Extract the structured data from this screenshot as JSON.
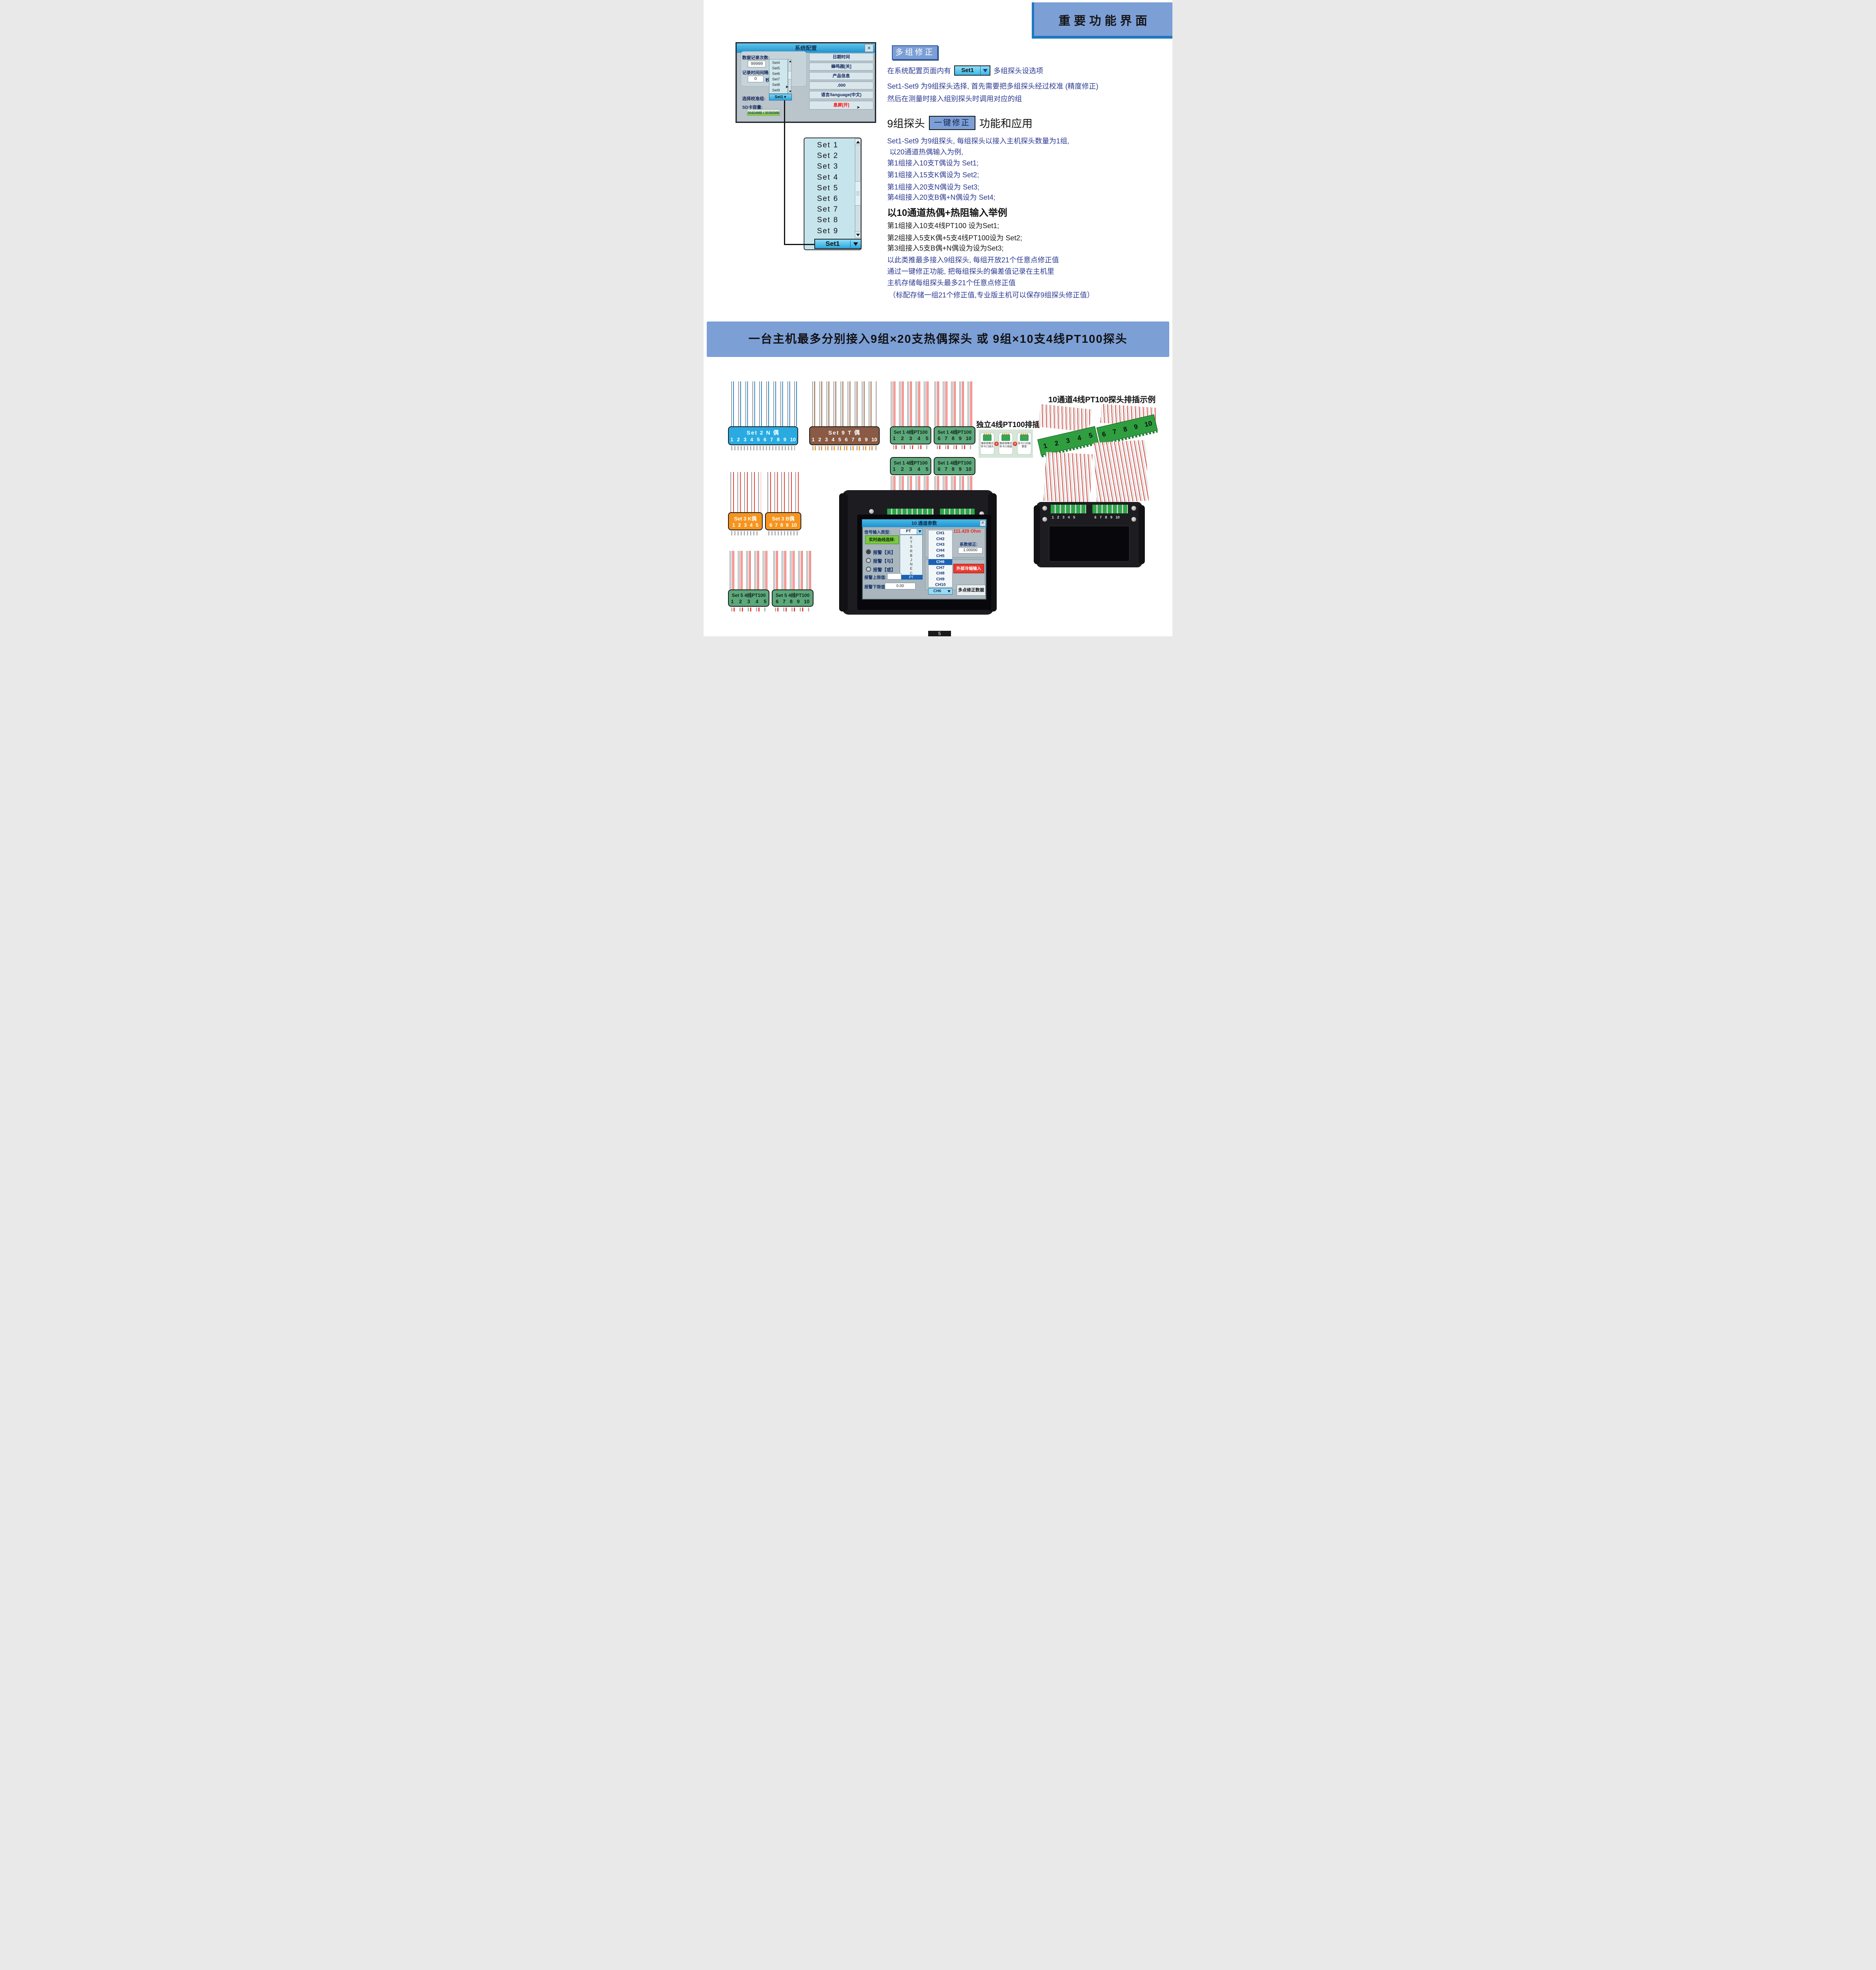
{
  "header": {
    "title": "重要功能界面"
  },
  "system_dialog": {
    "title": "系统配置",
    "close_label": "✕",
    "record_count_label": "数据记录次数:",
    "record_count_value": "99999",
    "interval_label": "记录时间间隔:",
    "interval_value": "0",
    "interval_unit": "秒",
    "mini_list_items": [
      "Set4",
      "Set5",
      "Set6",
      "Set7",
      "Set8",
      "Set9"
    ],
    "calib_group_label": "选择校准组:",
    "calib_group_value": "Set1",
    "sd_label": "SD卡容量:",
    "sd_value": "30424MB / 30382MB",
    "right_buttons": [
      "日期时间",
      "蜂鸣器[关]",
      "产品信息",
      ".000",
      "语言/language(中文)",
      "息屏[开]"
    ]
  },
  "multi_correction": {
    "badge": "多组修正",
    "line1_pre": "在系统配置页面内有",
    "inline_dropdown": "Set1",
    "line1_post": "多组探头设选项",
    "line2": "Set1-Set9 为9组探头选择, 首先需要把多组探头经过校准 (精度修正)",
    "line3": "然后在测量时接入组别探头时调用对应的组"
  },
  "one_key": {
    "heading_pre": "9组探头",
    "badge": "一键修正",
    "heading_post": "功能和应用",
    "lines": [
      "Set1-Set9 为9组探头, 每组探头以接入主机探头数量为1组,",
      "以20通道热偶输入为例,",
      "第1组接入10支T偶设为 Set1;",
      "第1组接入15支K偶设为 Set2;",
      "第1组接入20支N偶设为 Set3;",
      "第4组接入20支B偶+N偶设为 Set4;"
    ]
  },
  "example": {
    "heading": "以10通道热偶+热阻输入举例",
    "black_lines": [
      "第1组接入10支4线PT100 设为Set1;",
      "第2组接入5支K偶+5支4线PT100设为 Set2;",
      "第3组接入5支B偶+N偶设为设为Set3;"
    ],
    "blue_lines": [
      "以此类推最多接入9组探头, 每组开放21个任意点修正值",
      "通过一键修正功能, 把每组探头的偏差值记录在主机里",
      "主机存储每组探头最多21个任意点修正值",
      "（标配存储一组21个修正值,专业版主机可以保存9组探头修正值）"
    ]
  },
  "set_list": {
    "items": [
      "Set 1",
      "Set 2",
      "Set 3",
      "Set 4",
      "Set 5",
      "Set 6",
      "Set 7",
      "Set 8",
      "Set 9"
    ],
    "selected": "Set1"
  },
  "banner": {
    "text": "一台主机最多分别接入9组×20支热偶探头 或 9组×10支4线PT100探头"
  },
  "probes": {
    "set2n": {
      "label": "Set 2  N 偶",
      "numbers": "1 2 3 4 5 6 7 8 9 10"
    },
    "set9t": {
      "label": "Set 9  T 偶",
      "numbers": "1 2 3 4 5 6 7 8 9 10"
    },
    "set1a": {
      "label": "Set 1  4线PT100",
      "numbers": "1 2 3 4 5"
    },
    "set1b": {
      "label": "Set 1  4线PT100",
      "numbers": "6 7 8 9 10"
    },
    "set1c": {
      "label": "Set 1  4线PT100",
      "numbers": "1 2 3 4 5"
    },
    "set1d": {
      "label": "Set 1  4线PT100",
      "numbers": "6 7 8 9 10"
    },
    "set3k": {
      "label": "Set 3  K偶",
      "numbers": "1 2 3 4 5"
    },
    "set3b": {
      "label": "Set 3  B偶",
      "numbers": "6 7 8 9 10"
    },
    "set5a": {
      "label": "Set 5  4线PT100",
      "numbers": "1 2 3 4 5"
    },
    "set5b": {
      "label": "Set 5  4线PT100",
      "numbers": "6 7 8 9 10"
    }
  },
  "independent": {
    "title": "独立4线PT100排插",
    "cards": [
      {
        "caption1": "薄款弹簧式",
        "caption2": "带卡口插头"
      },
      {
        "caption1": "薄款弹簧式",
        "caption2": "带卡口母座"
      },
      {
        "caption1": "带卡口对接整套",
        "caption2": ""
      }
    ],
    "op_plus": "+",
    "op_equals": "="
  },
  "pt100_example": {
    "title": "10通道4线PT100探头排插示例",
    "strip1_numbers": [
      "1",
      "2",
      "3",
      "4",
      "5"
    ],
    "strip2_numbers": [
      "6",
      "7",
      "8",
      "9",
      "10"
    ],
    "device_numbers_left": "1 2 3 4 5",
    "device_numbers_right": "6 7 8 9 10"
  },
  "channel_dialog": {
    "title": "10 通道参数",
    "close_label": "✕",
    "signal_type_label": "信号输入类型:",
    "signal_type_value": "PT",
    "type_options": [
      "K",
      "T",
      "S",
      "R",
      "B",
      "J",
      "N",
      "E",
      "C"
    ],
    "type_selected": "PT",
    "curve_button": "实时曲线选择:",
    "radio_options": [
      "报警【关】",
      "报警【与】",
      "报警【或】"
    ],
    "alarm_high_label": "报警上限值:",
    "alarm_high_value": "",
    "alarm_low_label": "报警下限值:",
    "alarm_low_value": "0.00",
    "channels": [
      "CH1",
      "CH2",
      "CH3",
      "CH4",
      "CH5",
      "CH6",
      "CH7",
      "CH8",
      "CH9",
      "CH10"
    ],
    "channel_selected": "CH6",
    "ohm_value": "111.429 Ohm",
    "coef_label": "系数修正:",
    "coef_value": "1.00000",
    "ext_cold_button": "外部冷端输入",
    "multi_point_button": "多点修正数据"
  },
  "page": {
    "number": "5"
  },
  "colors": {
    "banner_blue": "#7c9fd6",
    "accent_stripe": "#1d79c0",
    "body_text_navy": "#2b3990",
    "probe_cyan": "#29abe2",
    "probe_brown": "#8a5a44",
    "probe_green": "#5ca87b",
    "probe_orange": "#f7941e",
    "alert_red": "#e8392f",
    "progress_green": "#8cc63f"
  }
}
